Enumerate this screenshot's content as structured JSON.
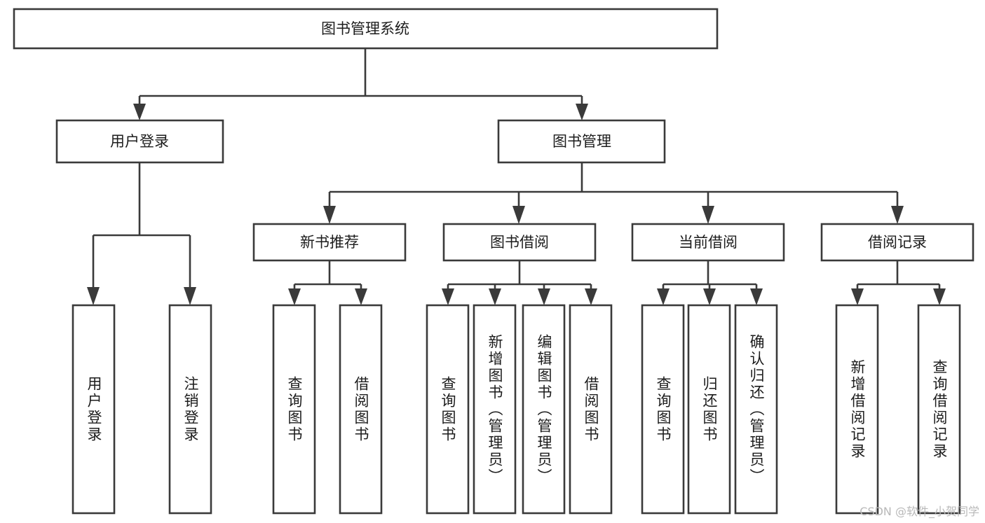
{
  "diagram": {
    "title": "图书管理系统",
    "type": "tree-hierarchy-diagram",
    "colors": {
      "stroke": "#3a3a3a",
      "fill": "#ffffff",
      "text": "#1c1c1c",
      "watermark": "#b9b9b9",
      "background": "#ffffff"
    },
    "root": {
      "label": "图书管理系统"
    },
    "level2": [
      {
        "label": "用户登录"
      },
      {
        "label": "图书管理"
      }
    ],
    "level3": [
      {
        "label": "新书推荐"
      },
      {
        "label": "图书借阅"
      },
      {
        "label": "当前借阅"
      },
      {
        "label": "借阅记录"
      }
    ],
    "leaves": {
      "user_login": [
        {
          "label": "用户登录"
        },
        {
          "label": "注销登录"
        }
      ],
      "new_book_recommend": [
        {
          "label": "查询图书"
        },
        {
          "label": "借阅图书"
        }
      ],
      "book_borrow": [
        {
          "label": "查询图书"
        },
        {
          "label": "新增图书（管理员）"
        },
        {
          "label": "编辑图书（管理员）"
        },
        {
          "label": "借阅图书"
        }
      ],
      "current_borrow": [
        {
          "label": "查询图书"
        },
        {
          "label": "归还图书"
        },
        {
          "label": "确认归还（管理员）"
        }
      ],
      "borrow_record": [
        {
          "label": "新增借阅记录"
        },
        {
          "label": "查询借阅记录"
        }
      ]
    }
  },
  "watermark": {
    "text": "CSDN @软件_小贺同学"
  }
}
